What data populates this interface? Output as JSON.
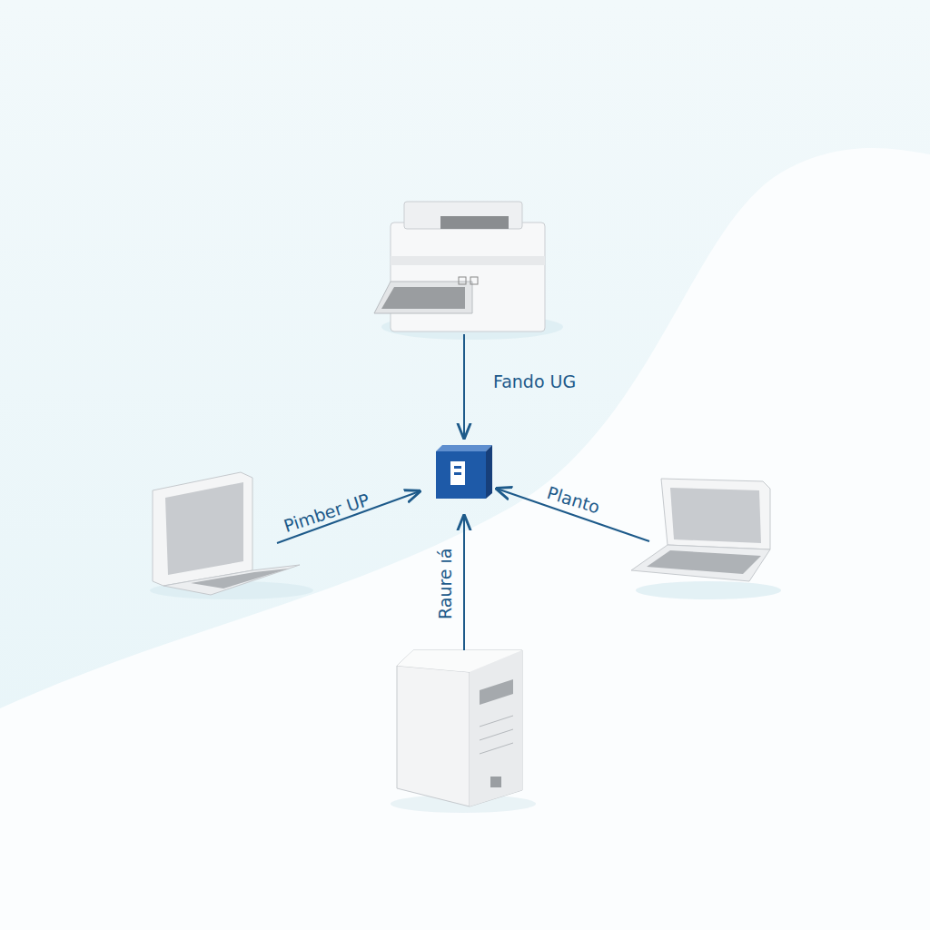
{
  "diagram": {
    "labels": [
      "Fando UG",
      "Pimber UP",
      "Planto",
      "Raure ıá"
    ]
  }
}
